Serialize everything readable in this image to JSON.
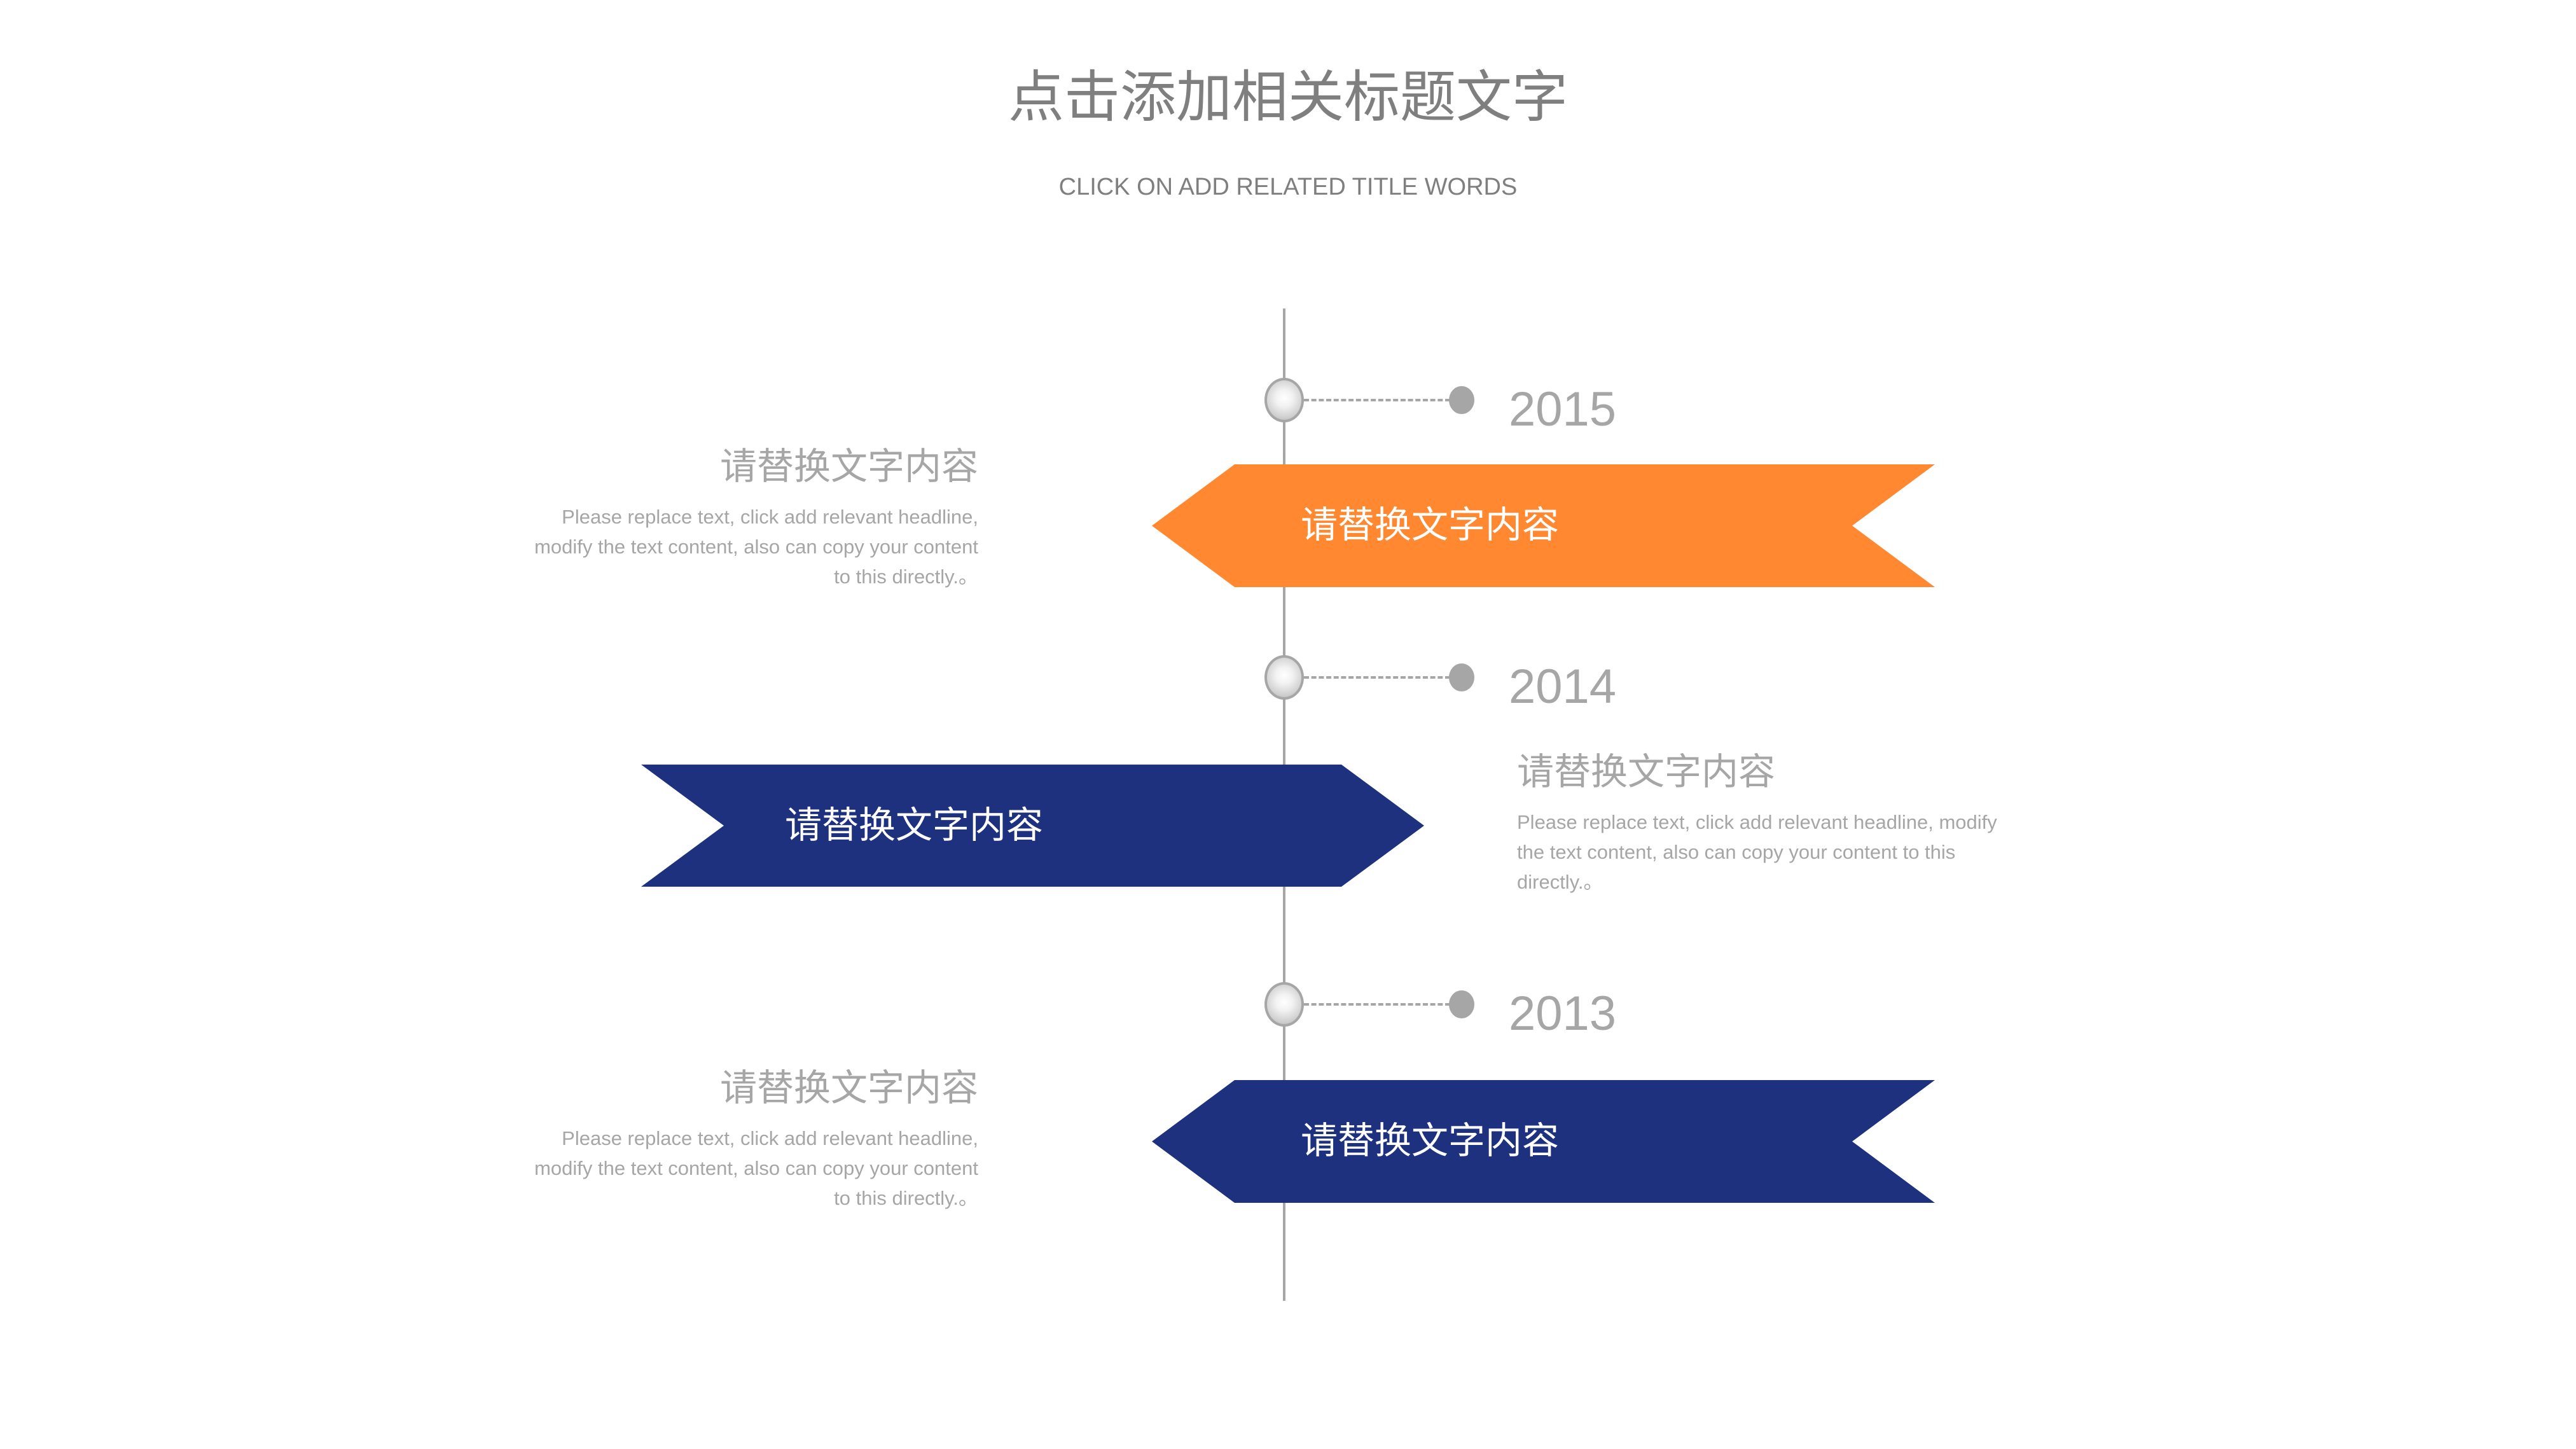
{
  "header": {
    "title": "点击添加相关标题文字",
    "subtitle": "CLICK ON ADD RELATED TITLE WORDS"
  },
  "colors": {
    "orange": "#FF8830",
    "navy": "#1E317E",
    "gray_line": "#A6A6A6",
    "title_gray": "#7F7F7F",
    "body_gray": "#A6A6A6"
  },
  "timeline": {
    "items": [
      {
        "year": "2015",
        "banner_label": "请替换文字内容",
        "banner_color": "orange",
        "banner_direction": "left-pointing",
        "text_side": "left",
        "heading": "请替换文字内容",
        "body": "Please replace text, click add relevant headline, modify the text content, also can copy your content to this directly.。"
      },
      {
        "year": "2014",
        "banner_label": "请替换文字内容",
        "banner_color": "navy",
        "banner_direction": "right-pointing",
        "text_side": "right",
        "heading": "请替换文字内容",
        "body": "Please replace text, click add relevant headline, modify the text content, also can copy your content to this directly.。"
      },
      {
        "year": "2013",
        "banner_label": "请替换文字内容",
        "banner_color": "navy",
        "banner_direction": "left-pointing",
        "text_side": "left",
        "heading": "请替换文字内容",
        "body": "Please replace text, click add relevant headline, modify the text content, also can copy your content to this directly.。"
      }
    ]
  },
  "text_blocks": {
    "left_1_lines": [
      "Please replace text, click add relevant headline,",
      "modify the text content, also can copy your content",
      "to this directly.。"
    ],
    "right_2_lines": [
      "Please replace text, click add relevant headline, modify",
      "the text content, also can copy your content to this",
      "directly.。"
    ],
    "left_3_lines": [
      "Please replace text, click add relevant headline,",
      "modify the text content, also can copy your content",
      "to this directly.。"
    ]
  }
}
